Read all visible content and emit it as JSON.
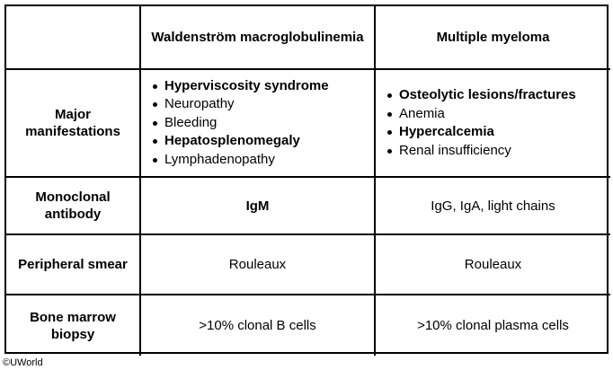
{
  "columns": [
    "",
    "Waldenström macroglobulinemia",
    "Multiple myeloma"
  ],
  "rows": [
    {
      "label": "Major manifestations",
      "wm": [
        {
          "text": "Hyperviscosity syndrome",
          "bold": true
        },
        {
          "text": "Neuropathy",
          "bold": false
        },
        {
          "text": "Bleeding",
          "bold": false
        },
        {
          "text": "Hepatosplenomegaly",
          "bold": true
        },
        {
          "text": "Lymphadenopathy",
          "bold": false
        }
      ],
      "mm": [
        {
          "text": "Osteolytic lesions/fractures",
          "bold": true
        },
        {
          "text": "Anemia",
          "bold": false
        },
        {
          "text": "Hypercalcemia",
          "bold": true
        },
        {
          "text": "Renal insufficiency",
          "bold": false
        }
      ]
    },
    {
      "label": "Monoclonal antibody",
      "wm": "IgM",
      "mm": "IgG, IgA, light chains"
    },
    {
      "label": "Peripheral smear",
      "wm": "Rouleaux",
      "mm": "Rouleaux"
    },
    {
      "label": "Bone marrow biopsy",
      "wm": ">10% clonal B cells",
      "mm": ">10% clonal plasma cells"
    }
  ],
  "footer": "©UWorld"
}
